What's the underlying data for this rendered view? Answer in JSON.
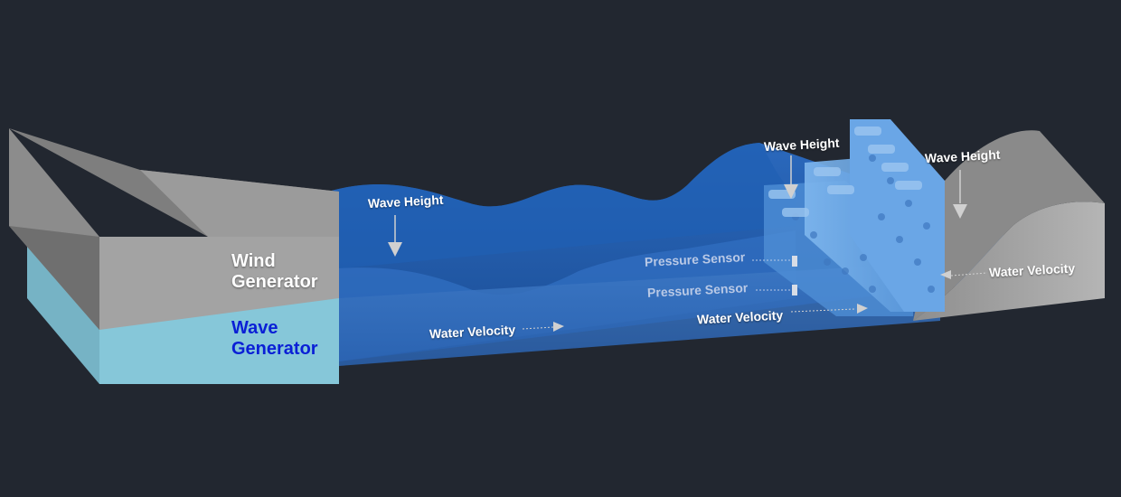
{
  "labels": {
    "wind_generator": [
      "Wind",
      "Generator"
    ],
    "wave_generator": [
      "Wave",
      "Generator"
    ],
    "wave_height_left": "Wave Height",
    "wave_height_mid": "Wave Height",
    "wave_height_right": "Wave Height",
    "pressure_sensor_1": "Pressure Sensor",
    "pressure_sensor_2": "Pressure Sensor",
    "water_velocity_left": "Water Velocity",
    "water_velocity_mid": "Water Velocity",
    "water_velocity_right": "Water Velocity"
  },
  "colors": {
    "background": "#222730",
    "water_deep": "#1d5db0",
    "water_light": "#3a78c8",
    "generator_gray": "#9a9a9a",
    "wave_generator_fill": "#7fc3d6",
    "wave_generator_text": "#0a1fd6",
    "structure_blue": "#5e9ee0"
  }
}
